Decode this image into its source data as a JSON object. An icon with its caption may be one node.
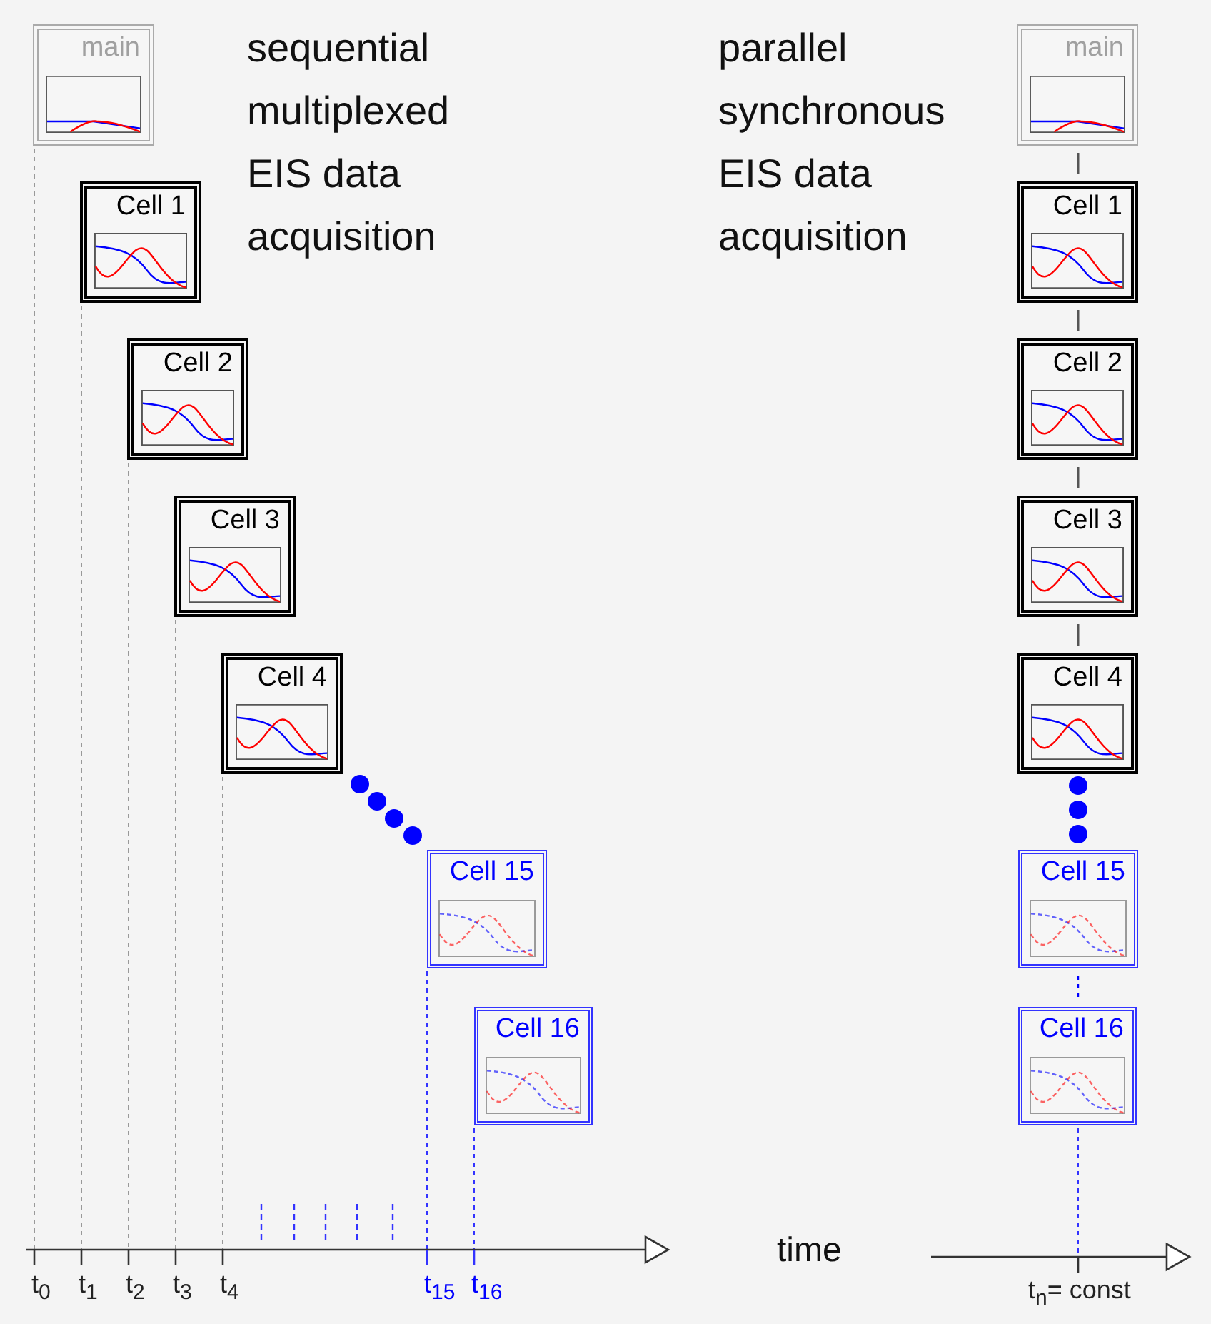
{
  "diagram": {
    "nodes": [
      {
        "text": [
          "main"
        ]
      },
      {
        "text": [
          "Cell 1"
        ]
      },
      {
        "text": [
          "Cell 2"
        ]
      },
      {
        "text": [
          "Cell 3"
        ]
      },
      {
        "text": [
          "Cell 4"
        ]
      },
      {
        "text": [
          "Cell 15"
        ]
      },
      {
        "text": [
          "Cell 16"
        ]
      },
      {
        "text": [
          "main"
        ]
      },
      {
        "text": [
          "Cell 1"
        ]
      },
      {
        "text": [
          "Cell 2"
        ]
      },
      {
        "text": [
          "Cell 3"
        ]
      },
      {
        "text": [
          "Cell 4"
        ]
      },
      {
        "text": [
          "Cell 15"
        ]
      },
      {
        "text": [
          "Cell 16"
        ]
      }
    ],
    "edges": [
      {
        "from": 7,
        "to": 8,
        "arrow": "none"
      },
      {
        "from": 8,
        "to": 9,
        "arrow": "none"
      },
      {
        "from": 9,
        "to": 10,
        "arrow": "none"
      },
      {
        "from": 10,
        "to": 11,
        "arrow": "none"
      },
      {
        "from": 12,
        "to": 13,
        "arrow": "none",
        "style": "dashed",
        "color": "#0000ff"
      }
    ],
    "labels": [
      "sequential multiplexed EIS data acquisition",
      "parallel synchronous EIS data acquisition",
      "t$_{0}$",
      "t$_{1}$",
      "t$_{2}$",
      "t$_{3}$",
      "t$_{4}$",
      "t$_{15}$",
      "t$_{16}$",
      "time",
      "t$_{n}$= const"
    ]
  }
}
